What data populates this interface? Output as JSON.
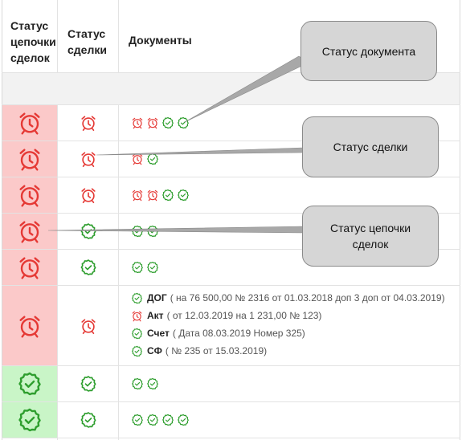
{
  "header": {
    "chain_status": "Статус цепочки сделок",
    "chain_status_lines": [
      "Статус",
      "цепочки",
      "сделок"
    ],
    "deal_status_lines": [
      "Статус",
      "сделки"
    ],
    "documents": "Документы"
  },
  "rows": [
    {
      "chain": "alarm",
      "deal": "alarm",
      "docs": [
        "alarm",
        "alarm",
        "check",
        "check"
      ]
    },
    {
      "chain": "alarm",
      "deal": "alarm",
      "docs": [
        "alarm",
        "check"
      ]
    },
    {
      "chain": "alarm",
      "deal": "alarm",
      "docs": [
        "alarm",
        "alarm",
        "check",
        "check"
      ]
    },
    {
      "chain": "alarm",
      "deal": "check",
      "docs": [
        "check",
        "check"
      ]
    },
    {
      "chain": "alarm",
      "deal": "check",
      "docs": [
        "check",
        "check"
      ]
    },
    {
      "chain": "alarm",
      "deal": "alarm",
      "docs": []
    },
    {
      "chain": "check",
      "deal": "check",
      "docs": [
        "check",
        "check"
      ]
    },
    {
      "chain": "check",
      "deal": "check",
      "docs": [
        "check",
        "check",
        "check",
        "check"
      ]
    }
  ],
  "doc_details": [
    {
      "icon": "check",
      "name": "ДОГ",
      "details": "( на 76 500,00 № 2316 от 01.03.2018 доп 3 доп от 04.03.2019)"
    },
    {
      "icon": "alarm",
      "name": "Акт",
      "details": "( от 12.03.2019 на 1 231,00 № 123)"
    },
    {
      "icon": "check",
      "name": "Счет",
      "details": "( Дата 08.03.2019 Номер 325)"
    },
    {
      "icon": "check",
      "name": "СФ",
      "details": "( № 235 от 15.03.2019)"
    }
  ],
  "callouts": {
    "document_status": "Статус документа",
    "deal_status": "Статус сделки",
    "chain_status_lines": [
      "Статус цепочки",
      "сделок"
    ]
  },
  "colors": {
    "alarm": "#e53935",
    "check": "#2e9e2e",
    "chain_red_bg": "#fbc9c9",
    "chain_green_bg": "#c9f5c7",
    "callout_bg": "#d6d6d6"
  }
}
